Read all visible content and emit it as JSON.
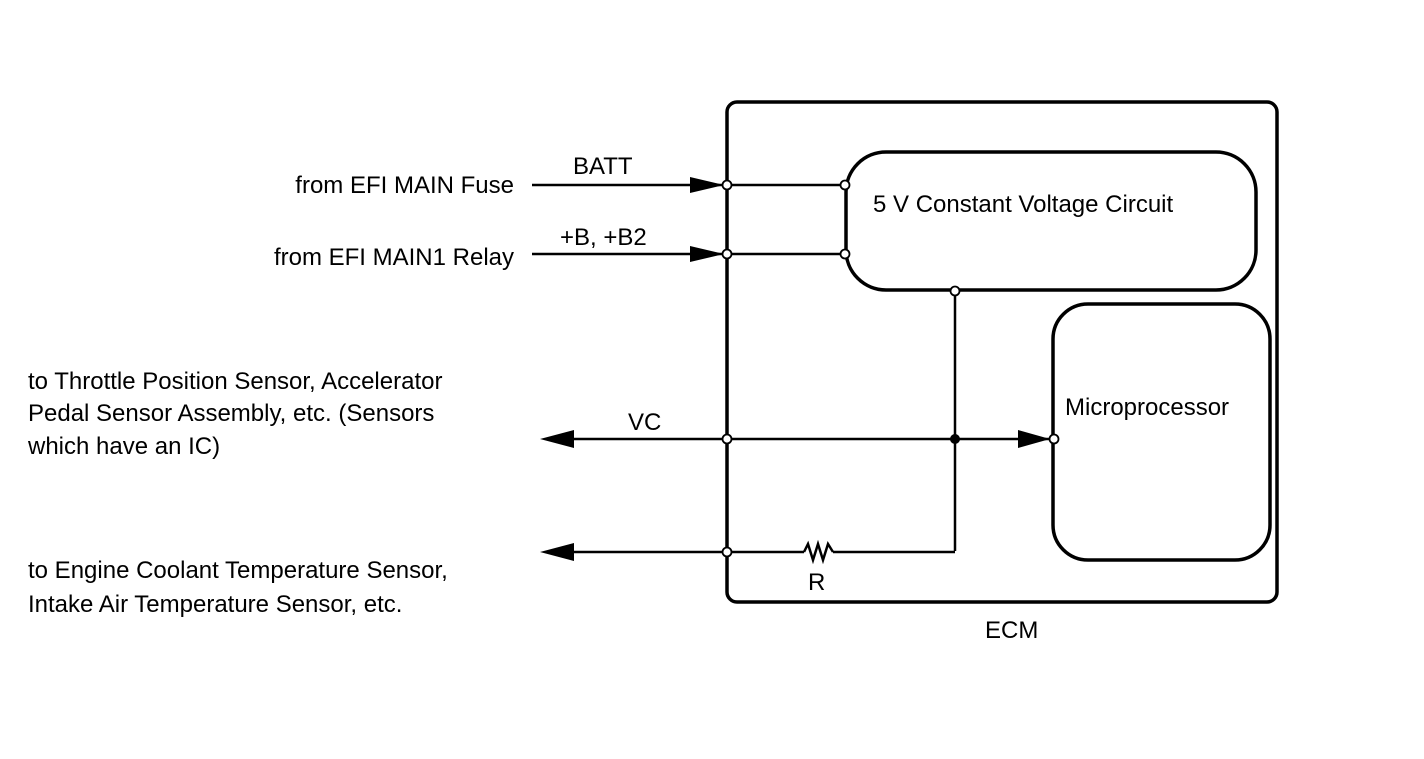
{
  "inputs": {
    "fuse_source": "from EFI MAIN Fuse",
    "relay_source": "from EFI MAIN1 Relay"
  },
  "outputs": {
    "vc_dest_line1": "to Throttle Position Sensor, Accelerator",
    "vc_dest_line2": "Pedal Sensor Assembly, etc. (Sensors",
    "vc_dest_line3": "which have an IC)",
    "r_dest_line1": "to Engine Coolant Temperature Sensor,",
    "r_dest_line2": "Intake Air Temperature Sensor, etc."
  },
  "signals": {
    "batt": "BATT",
    "b_b2": "+B, +B2",
    "vc": "VC",
    "resistor": "R"
  },
  "blocks": {
    "regulator": "5 V Constant Voltage Circuit",
    "microprocessor": "Microprocessor",
    "ecm": "ECM"
  }
}
